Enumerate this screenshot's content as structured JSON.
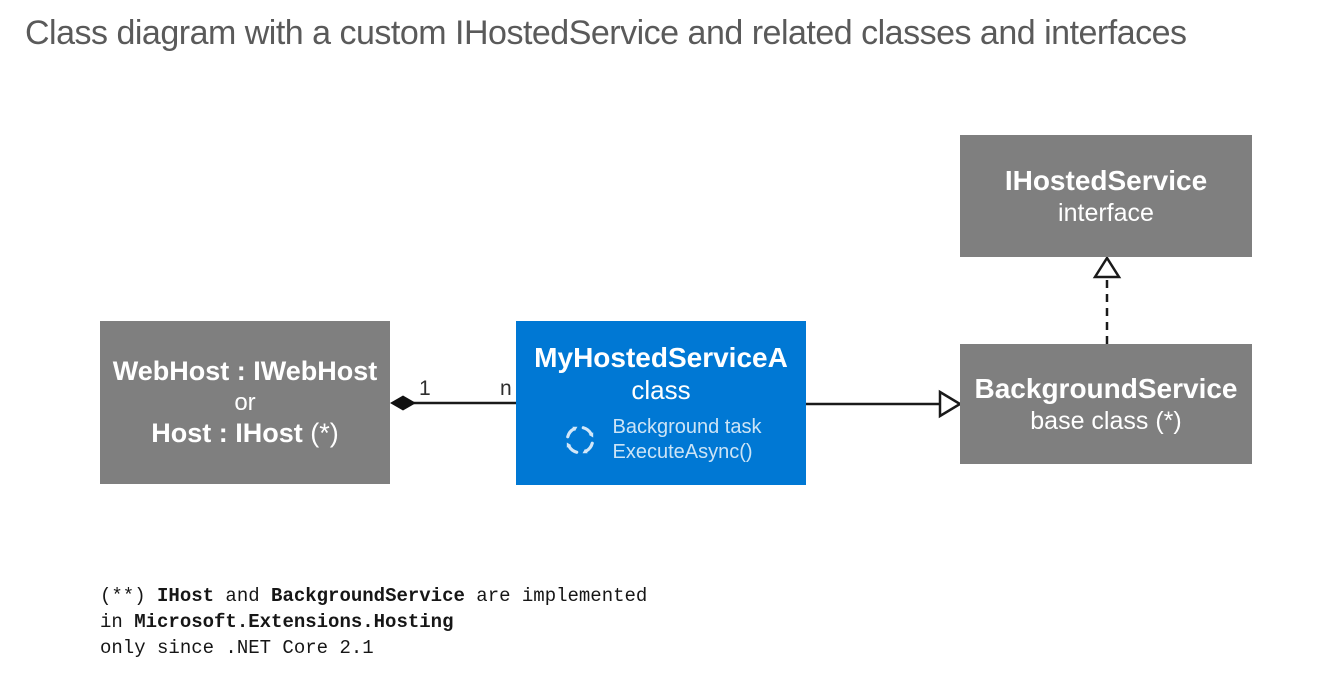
{
  "title": "Class diagram with a custom IHostedService and related classes and interfaces",
  "boxes": {
    "ihostedservice": {
      "title": "IHostedService",
      "subtitle": "interface"
    },
    "webhost": {
      "line1": "WebHost : IWebHost",
      "line2": "or",
      "line3_bold": "Host : IHost",
      "line3_suffix": " (*)"
    },
    "myhostedservice": {
      "title": "MyHostedServiceA",
      "subtitle": "class",
      "icon": "cycle-refresh-icon",
      "task_line1": "Background task",
      "task_line2": "ExecuteAsync()"
    },
    "backgroundservice": {
      "title": "BackgroundService",
      "subtitle": "base class (*)"
    }
  },
  "connectors": {
    "aggregation": {
      "type": "filled-diamond-association",
      "label_near_diamond": "1",
      "label_near_class": "n"
    },
    "realization_right": {
      "type": "solid-open-triangle",
      "from": "MyHostedServiceA",
      "to": "BackgroundService"
    },
    "realization_up": {
      "type": "dashed-open-triangle",
      "from": "BackgroundService",
      "to": "IHostedService"
    }
  },
  "colors": {
    "gray_box": "#7f7f7f",
    "blue_box": "#0078d4",
    "title_text": "#5a5a5a",
    "box_text": "#ffffff",
    "blue_box_subtext": "#cce4f6",
    "connector": "#1a1a1a"
  },
  "footnote": {
    "l1_a": "(**) ",
    "l1_b": "IHost",
    "l1_c": " and ",
    "l1_d": "BackgroundService",
    "l1_e": " are implemented",
    "l2_a": "in ",
    "l2_b": "Microsoft.Extensions.Hosting",
    "l3": "only since .NET Core 2.1"
  }
}
